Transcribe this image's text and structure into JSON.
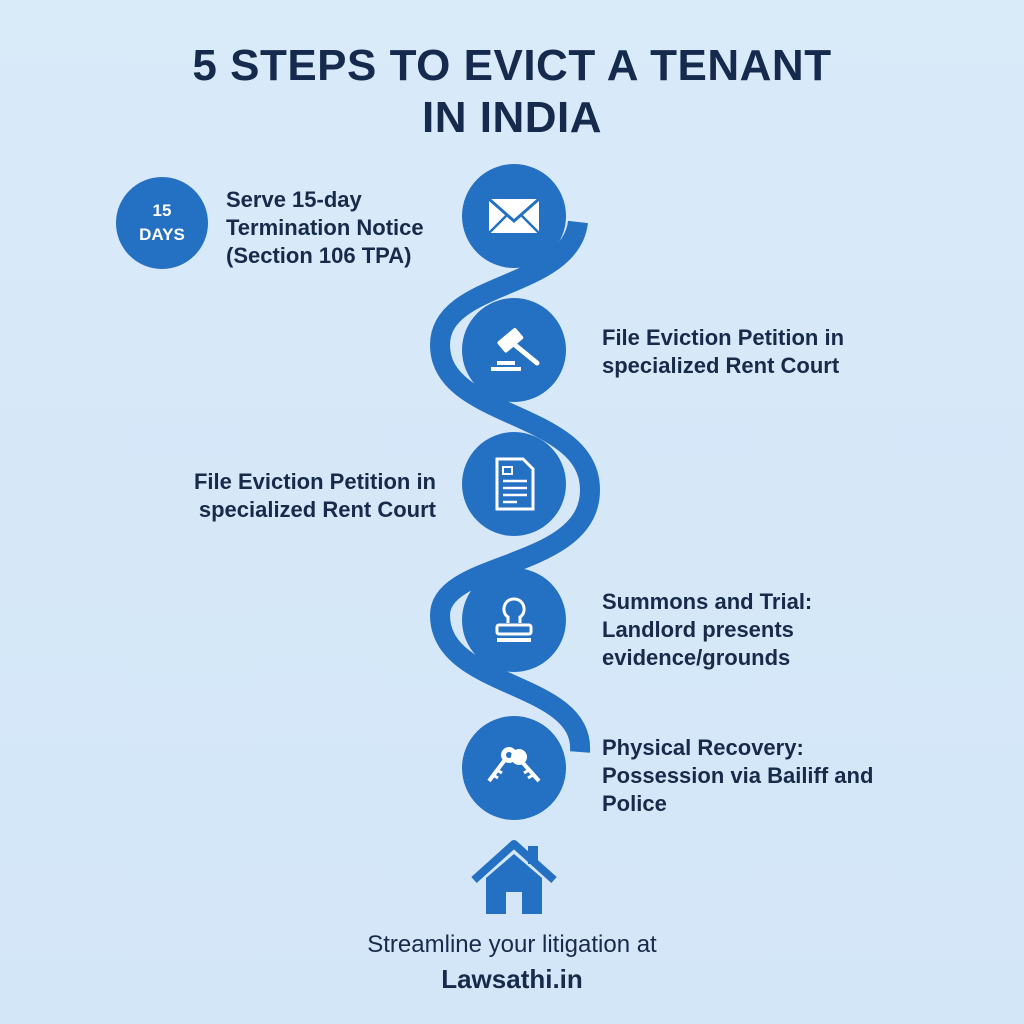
{
  "title": {
    "line1": "5 STEPS TO EVICT A TENANT",
    "line2": "IN INDIA"
  },
  "badge": {
    "number": "15",
    "unit": "DAYS"
  },
  "steps": [
    {
      "icon": "envelope-icon",
      "lines": [
        "Serve 15-day",
        "Termination Notice",
        "(Section 106 TPA)"
      ]
    },
    {
      "icon": "gavel-icon",
      "lines": [
        "File Eviction Petition in",
        "specialized Rent Court"
      ]
    },
    {
      "icon": "document-icon",
      "lines": [
        "File Eviction Petition in",
        "specialized Rent Court"
      ]
    },
    {
      "icon": "stamp-icon",
      "lines": [
        "Summons and Trial:",
        "Landlord presents",
        "evidence/grounds"
      ]
    },
    {
      "icon": "keys-icon",
      "lines": [
        "Physical Recovery:",
        "Possession via Bailiff and",
        "Police"
      ]
    }
  ],
  "footer": {
    "tagline": "Streamline your litigation at",
    "site": "Lawsathi.in"
  },
  "colors": {
    "background": "#d6e8f8",
    "accent": "#2470c2",
    "text": "#172a4a"
  }
}
